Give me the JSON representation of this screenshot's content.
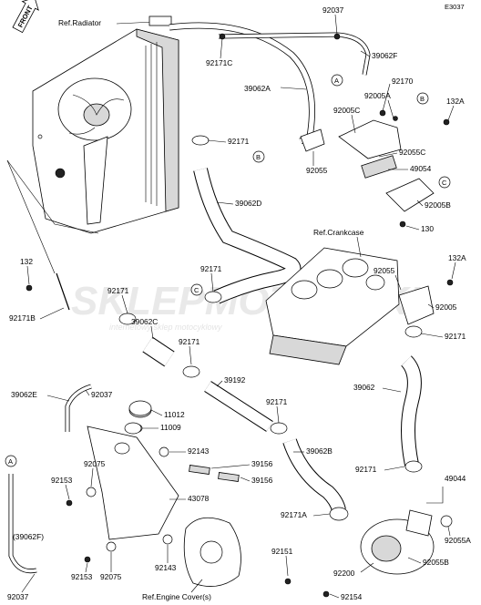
{
  "diagram_code": "E3037",
  "front_label": "FRONT",
  "watermark": {
    "main": "SKLEPMOTOCYKL",
    "sub": "internetowy sklep motocyklowy"
  },
  "refs": {
    "radiator": "Ref.Radiator",
    "crankcase": "Ref.Crankcase",
    "engine_cover": "Ref.Engine Cover(s)"
  },
  "callouts": {
    "a": "A",
    "b": "B",
    "c": "C"
  },
  "parts": {
    "p92037_top": "92037",
    "p39062F": "39062F",
    "p92171C": "92171C",
    "p39062A": "39062A",
    "p92170": "92170",
    "p92005A": "92005A",
    "p132A_top": "132A",
    "p92005C": "92005C",
    "p92171_top": "92171",
    "p92055_mid": "92055",
    "p92055C": "92055C",
    "p49054": "49054",
    "p92005B": "92005B",
    "p130": "130",
    "p39062D": "39062D",
    "p132": "132",
    "p92171B": "92171B",
    "p92171_left1": "92171",
    "p92171_mid1": "92171",
    "p39062C": "39062C",
    "p92171_mid2": "92171",
    "p92055_right": "92055",
    "p132A_right": "132A",
    "p92005": "92005",
    "p92171_right": "92171",
    "p39062E": "39062E",
    "p92037_mid": "92037",
    "p11012": "11012",
    "p11009": "11009",
    "p39192": "39192",
    "p92171_center": "92171",
    "p39062": "39062",
    "p92075_top": "92075",
    "p92143_top": "92143",
    "p39156_a": "39156",
    "p39062B": "39062B",
    "p92153_a": "92153",
    "p39156_b": "39156",
    "p92171_low": "92171",
    "p43078": "43078",
    "p49044": "49044",
    "p92171A": "92171A",
    "p39062F_paren": "(39062F)",
    "p92153_b": "92153",
    "p92075_bot": "92075",
    "p92143_bot": "92143",
    "p92055A": "92055A",
    "p92151": "92151",
    "p92055B": "92055B",
    "p92200": "92200",
    "p92037_bot": "92037",
    "p92154": "92154"
  }
}
